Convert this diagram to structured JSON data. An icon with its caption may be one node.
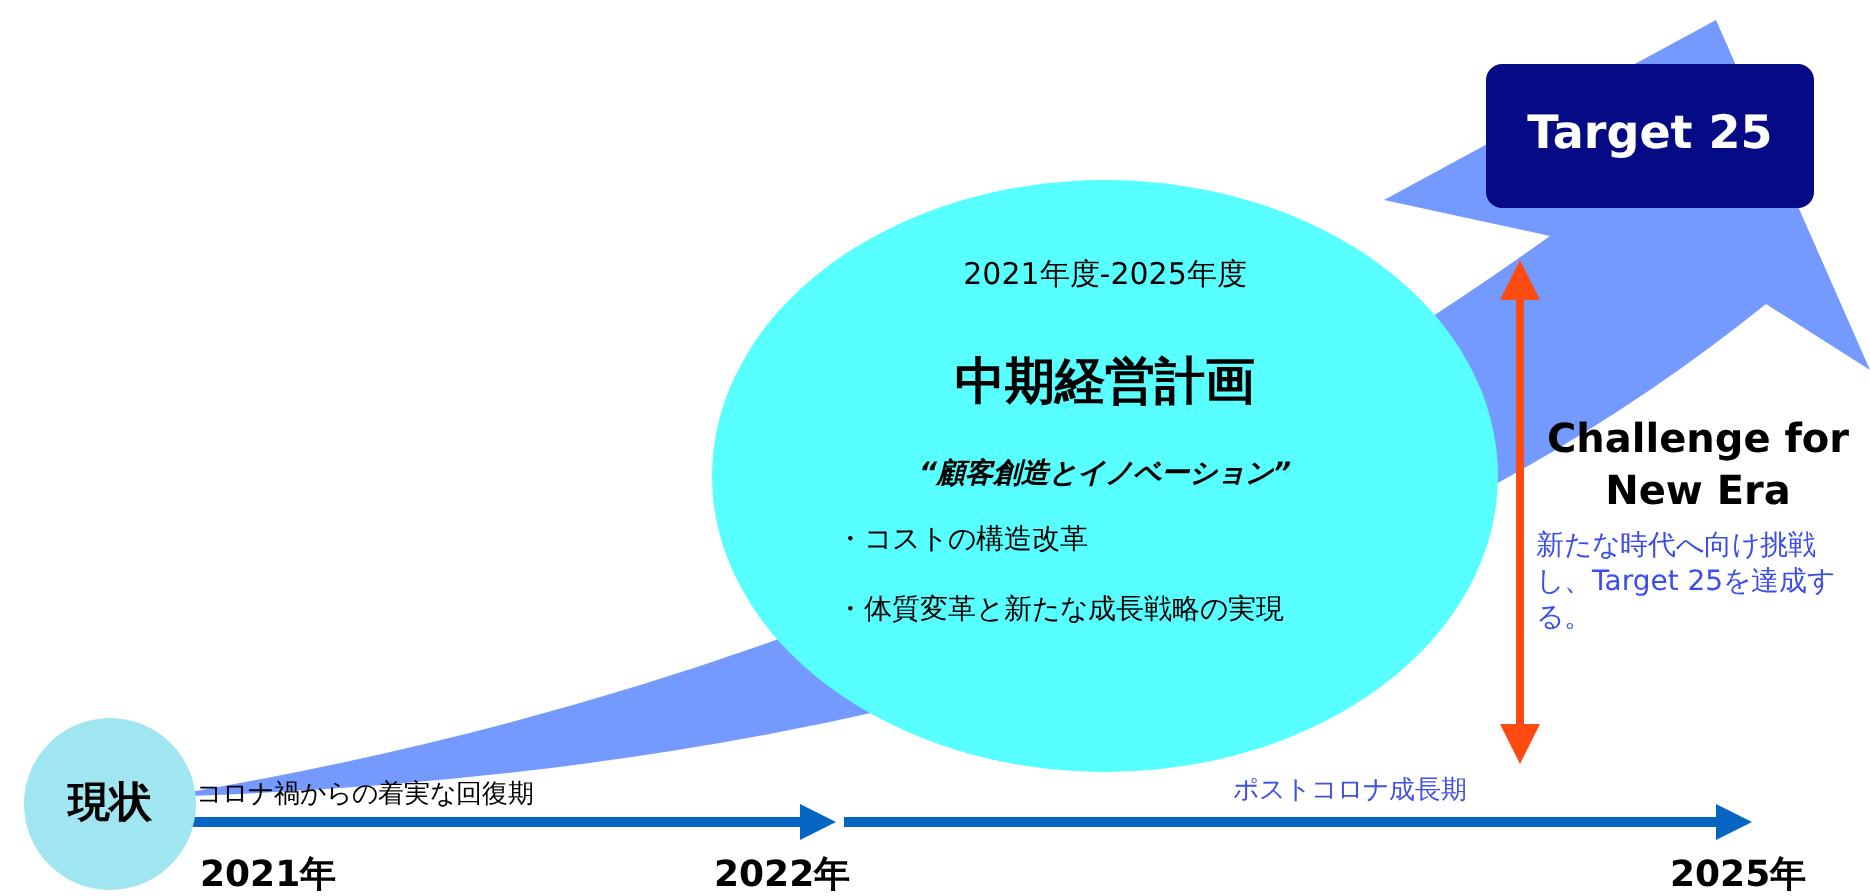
{
  "diagram": {
    "nodes": [
      {
        "text": [
          "現状"
        ]
      },
      {
        "text": [
          "2021年度-2025年度",
          "中期経営計画",
          "“顧客創造とイノベーション”",
          "・コストの構造改革",
          "・体質変革と新たな成長戦略の実現"
        ]
      },
      {
        "text": [
          "Target 25"
        ]
      }
    ],
    "labels": [
      "Challenge for New Era",
      "新たな時代へ向け挑戦し、Target 25を達成する。",
      "コロナ禍からの着実な回復期",
      "ポストコロナ成長期",
      "2021年",
      "2022年",
      "2025年"
    ]
  }
}
